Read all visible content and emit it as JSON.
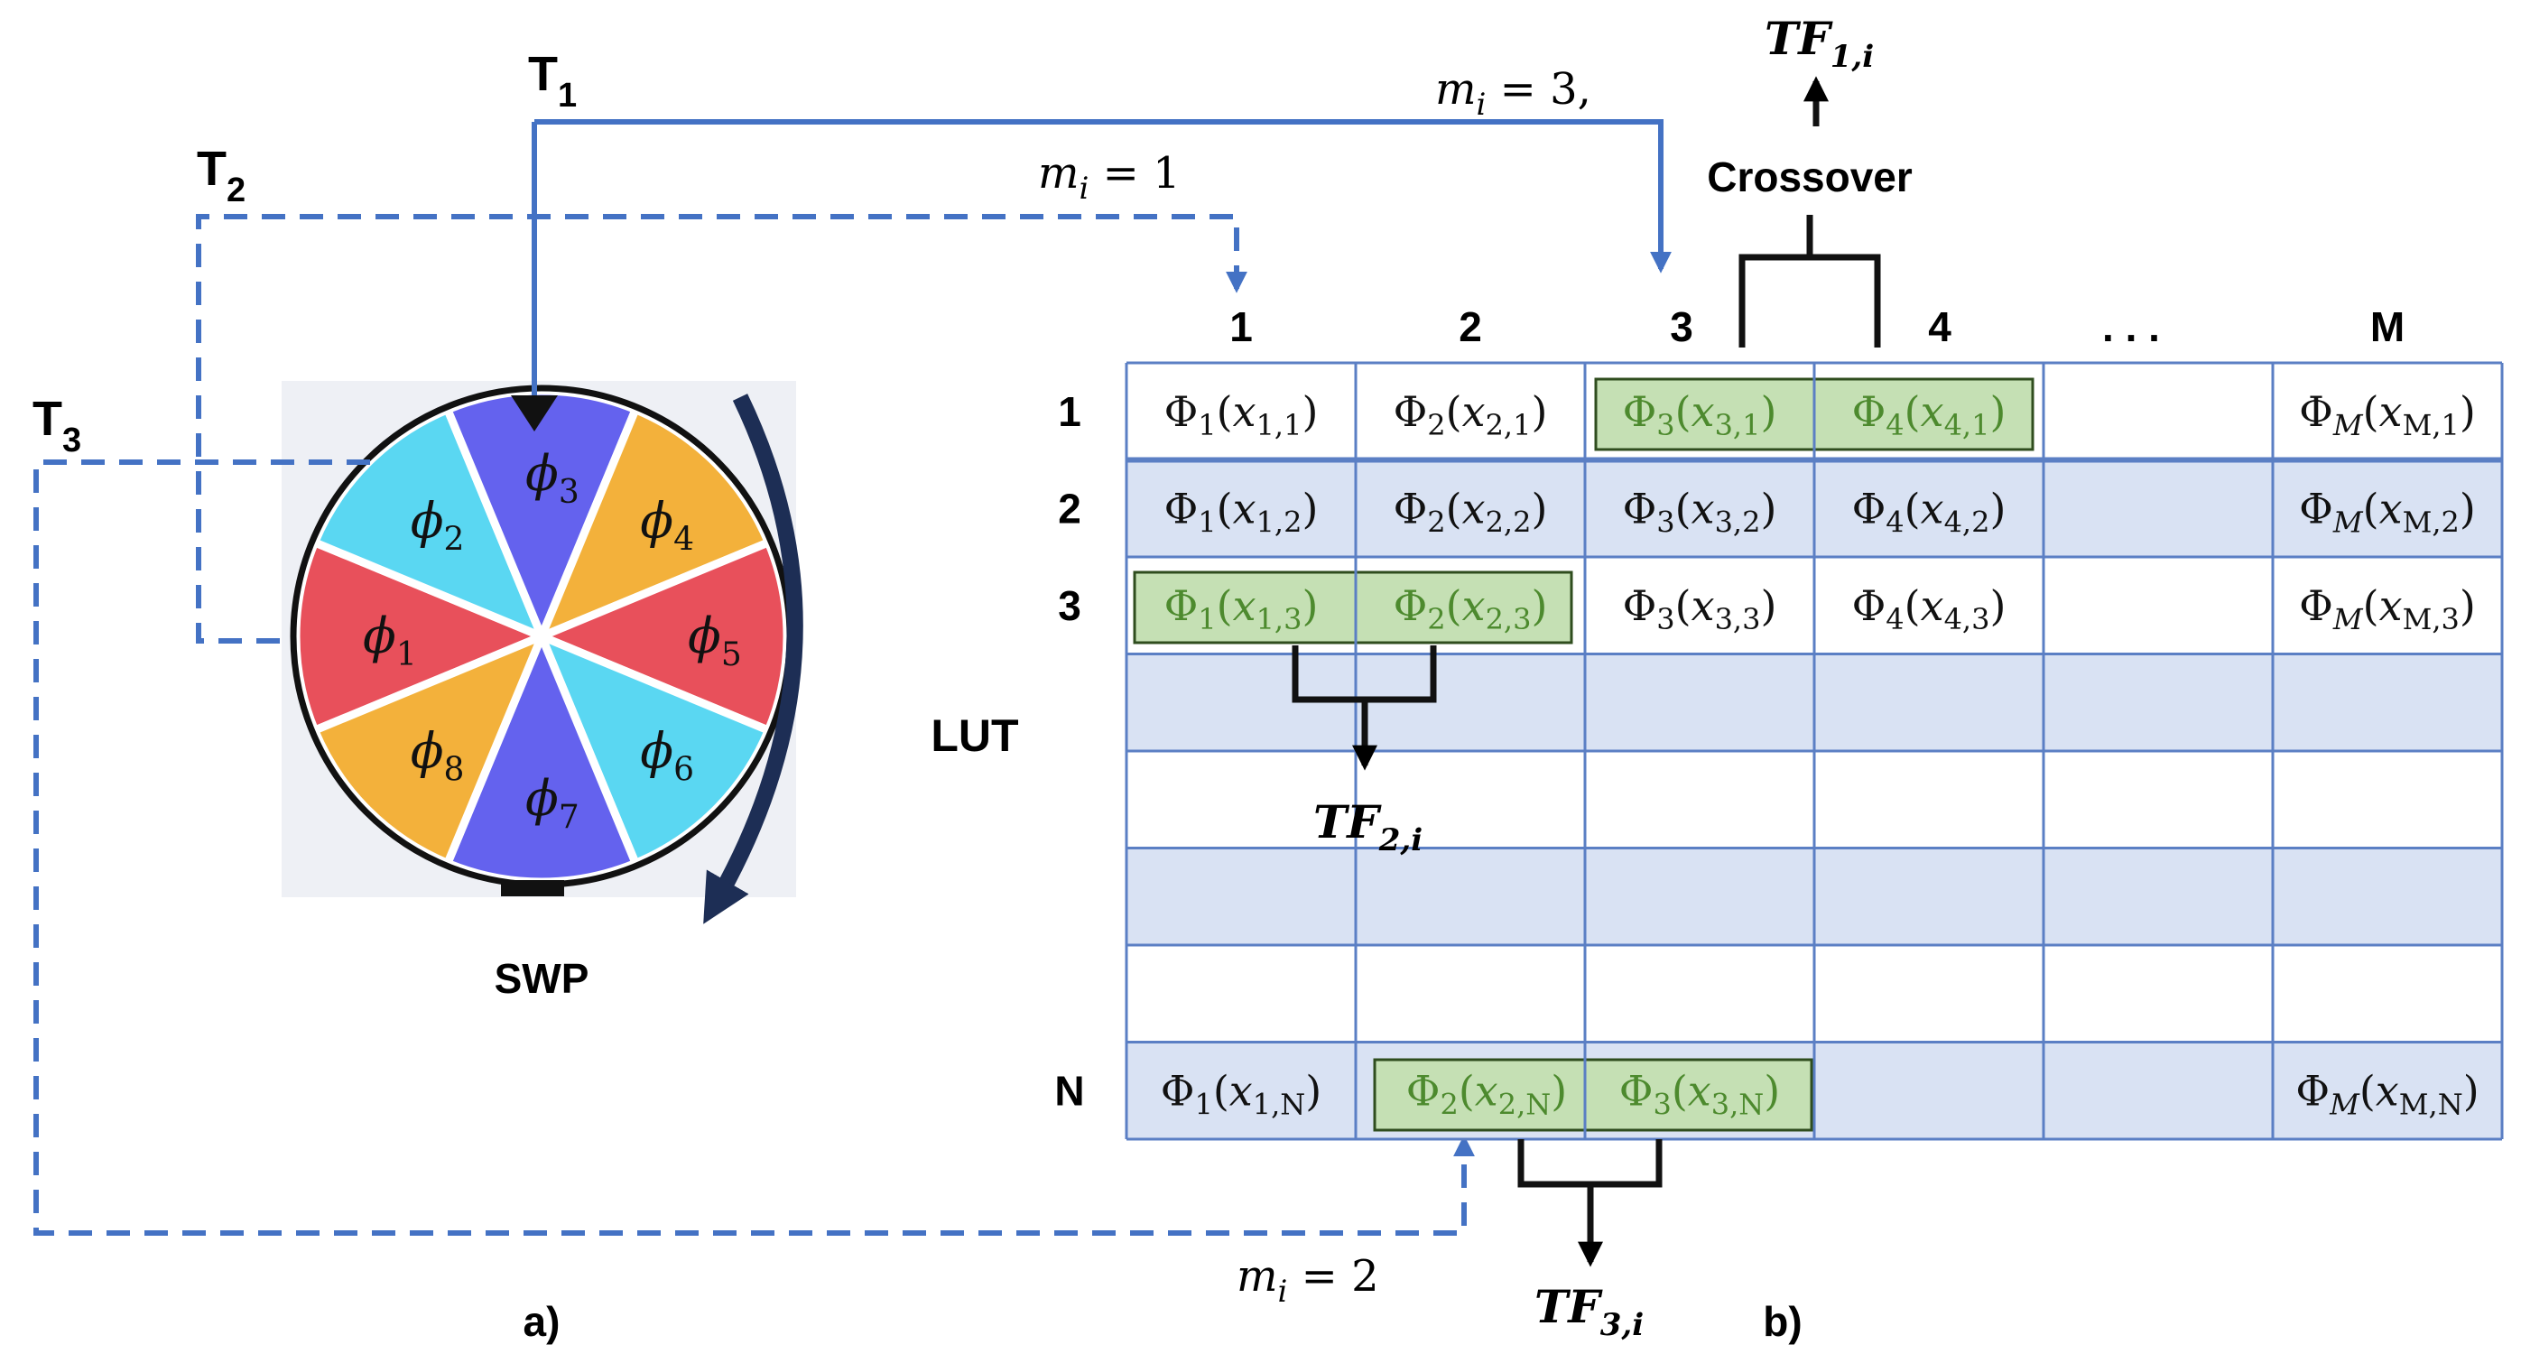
{
  "colors": {
    "solid_arrow": "#4472c4",
    "dashed_arrow": "#4472c4",
    "table_border": "#5b7fc4",
    "row_shade": "#d9e2f3",
    "highlight_fill": "#c5e0b4",
    "highlight_text": "#4d8a2e",
    "wheel_panel": "#eef0f5",
    "wedge_cyan": "#5ad7f2",
    "wedge_blue": "#6462ee",
    "wedge_orange": "#f3b13b",
    "wedge_red": "#e8505b",
    "rotation_arrow": "#1d2e55"
  },
  "wheel": {
    "caption": "SWP",
    "panel_label": "a)",
    "wedges": [
      {
        "key": "phi1",
        "base": "ϕ",
        "sub": "1",
        "color": "wedge_red"
      },
      {
        "key": "phi2",
        "base": "ϕ",
        "sub": "2",
        "color": "wedge_cyan"
      },
      {
        "key": "phi3",
        "base": "ϕ",
        "sub": "3",
        "color": "wedge_blue"
      },
      {
        "key": "phi4",
        "base": "ϕ",
        "sub": "4",
        "color": "wedge_orange"
      },
      {
        "key": "phi5",
        "base": "ϕ",
        "sub": "5",
        "color": "wedge_red"
      },
      {
        "key": "phi6",
        "base": "ϕ",
        "sub": "6",
        "color": "wedge_cyan"
      },
      {
        "key": "phi7",
        "base": "ϕ",
        "sub": "7",
        "color": "wedge_blue"
      },
      {
        "key": "phi8",
        "base": "ϕ",
        "sub": "8",
        "color": "wedge_orange"
      }
    ]
  },
  "pointers": {
    "t1": {
      "base": "T",
      "sub": "1"
    },
    "t2": {
      "base": "T",
      "sub": "2"
    },
    "t3": {
      "base": "T",
      "sub": "3"
    }
  },
  "m_labels": {
    "m3": {
      "base": "m",
      "sub": "i",
      "rest": " = 3,"
    },
    "m1": {
      "base": "m",
      "sub": "i",
      "rest": " = 1"
    },
    "m2": {
      "base": "m",
      "sub": "i",
      "rest": " = 2"
    }
  },
  "lut": {
    "label": "LUT",
    "panel_label": "b)",
    "column_headers": [
      "1",
      "2",
      "3",
      "4",
      ". . .",
      "M"
    ],
    "row_headers": [
      "1",
      "2",
      "3",
      "N"
    ],
    "rows": [
      [
        {
          "f": "1",
          "x": "1,1"
        },
        {
          "f": "2",
          "x": "2,1"
        },
        {
          "f": "3",
          "x": "3,1"
        },
        {
          "f": "4",
          "x": "4,1"
        },
        null,
        {
          "f": "M",
          "x": "M,1"
        }
      ],
      [
        {
          "f": "1",
          "x": "1,2"
        },
        {
          "f": "2",
          "x": "2,2"
        },
        {
          "f": "3",
          "x": "3,2"
        },
        {
          "f": "4",
          "x": "4,2"
        },
        null,
        {
          "f": "M",
          "x": "M,2"
        }
      ],
      [
        {
          "f": "1",
          "x": "1,3"
        },
        {
          "f": "2",
          "x": "2,3"
        },
        {
          "f": "3",
          "x": "3,3"
        },
        {
          "f": "4",
          "x": "4,3"
        },
        null,
        {
          "f": "M",
          "x": "M,3"
        }
      ],
      [
        null,
        null,
        null,
        null,
        null,
        null
      ],
      [
        null,
        null,
        null,
        null,
        null,
        null
      ],
      [
        null,
        null,
        null,
        null,
        null,
        null
      ],
      [
        null,
        null,
        null,
        null,
        null,
        null
      ],
      [
        {
          "f": "1",
          "x": "1,N"
        },
        {
          "f": "2",
          "x": "2,N"
        },
        {
          "f": "3",
          "x": "3,N"
        },
        null,
        null,
        {
          "f": "M",
          "x": "M,N"
        }
      ]
    ],
    "shaded_rows": [
      1,
      3,
      5,
      7
    ]
  },
  "crossover": {
    "label": "Crossover",
    "tf1": {
      "base": "TF",
      "sub": "1,i"
    },
    "tf2": {
      "base": "TF",
      "sub": "2,i"
    },
    "tf3": {
      "base": "TF",
      "sub": "3,i"
    }
  }
}
